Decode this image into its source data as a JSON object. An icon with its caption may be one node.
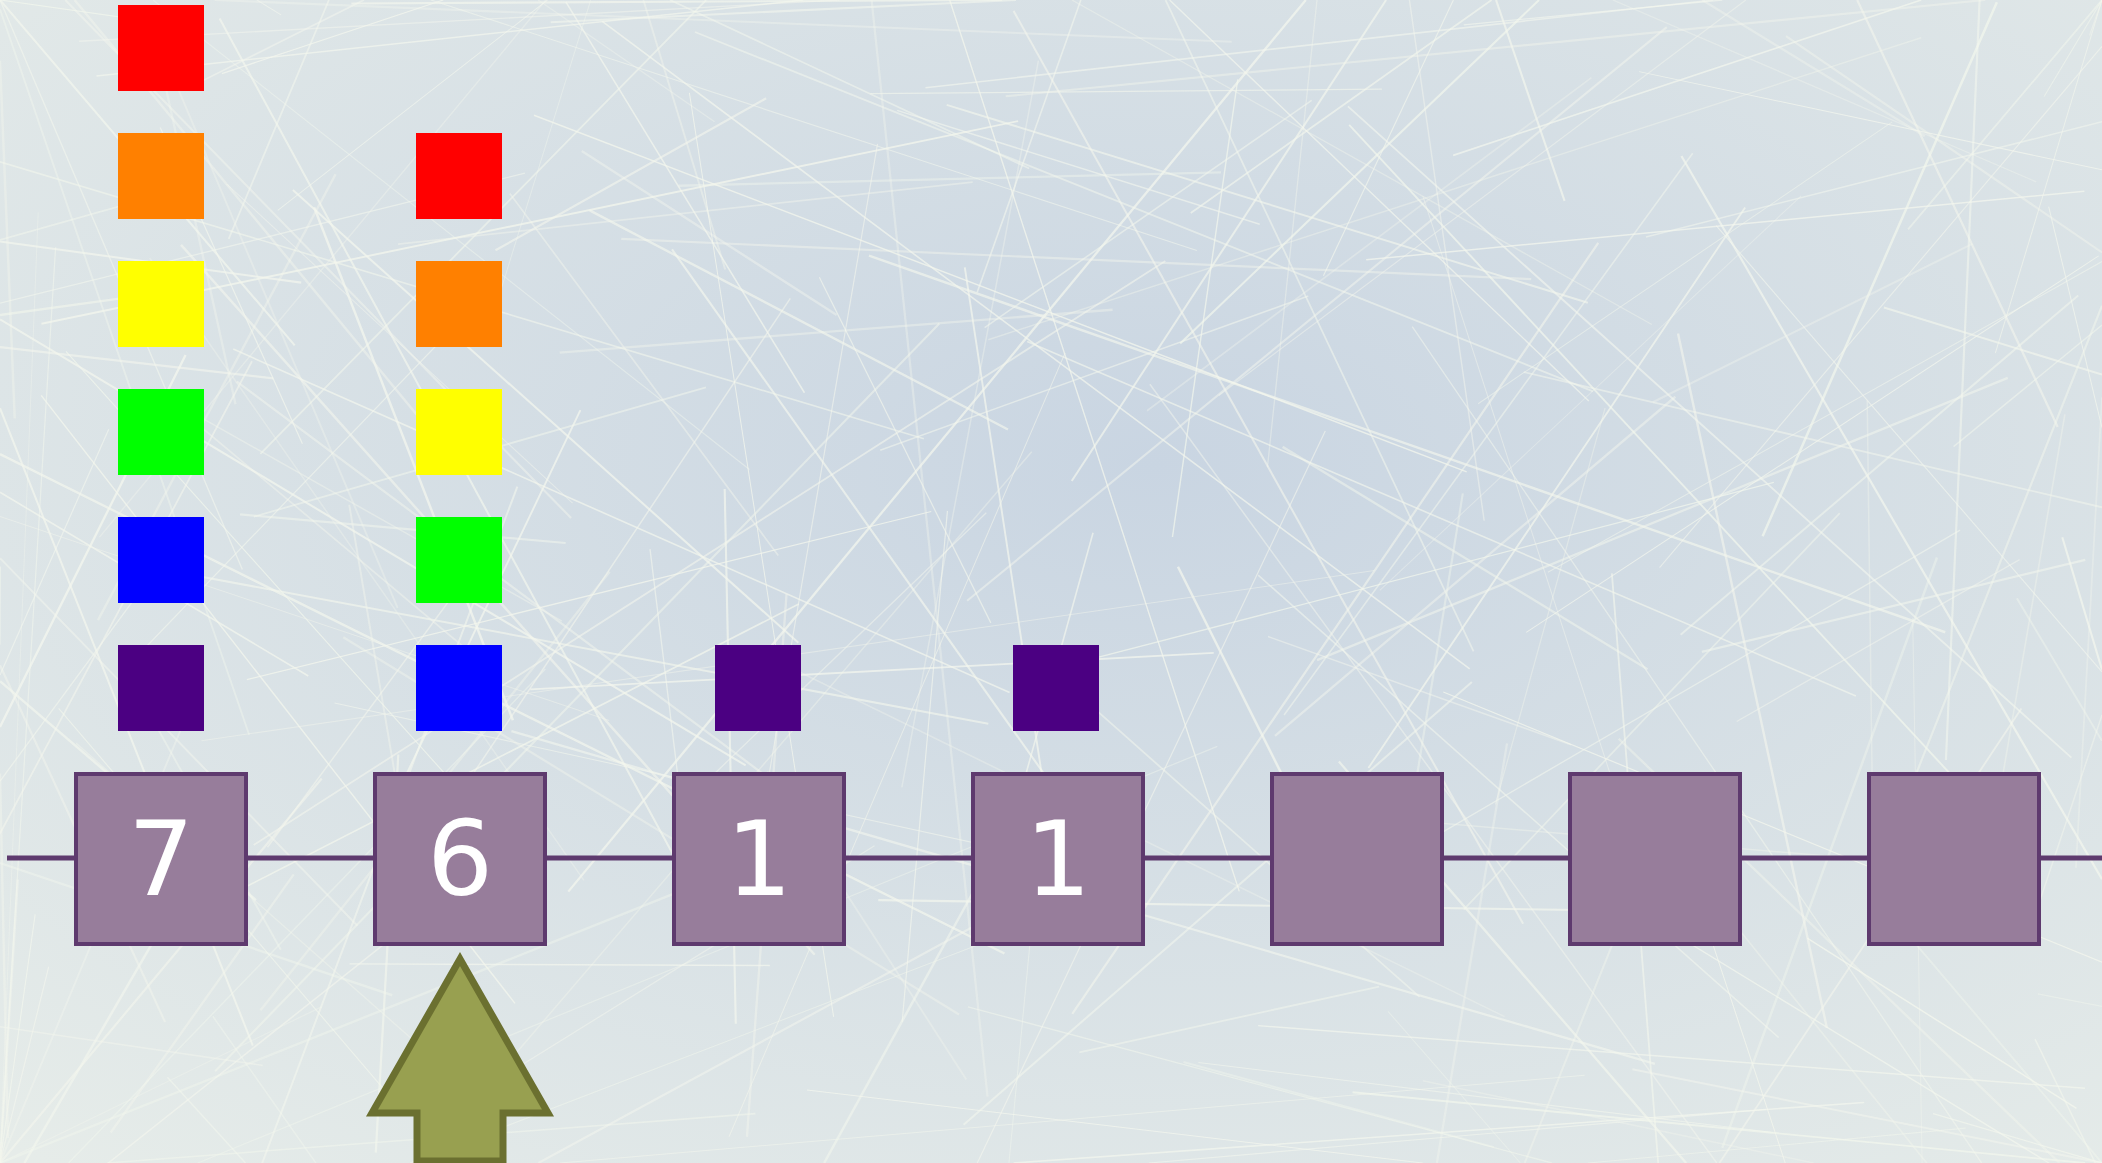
{
  "diagram": {
    "nodes": [
      {
        "text": [
          "7"
        ]
      },
      {
        "text": [
          "6"
        ]
      },
      {
        "text": [
          "1"
        ]
      },
      {
        "text": [
          "1"
        ]
      },
      {
        "text": [],
        "shape": "box"
      },
      {
        "text": [],
        "shape": "box"
      },
      {
        "text": [],
        "shape": "box"
      },
      {
        "text": [],
        "shape": "box"
      },
      {
        "text": [],
        "shape": "box"
      },
      {
        "text": [],
        "shape": "box"
      },
      {
        "text": [],
        "shape": "box"
      },
      {
        "text": [],
        "shape": "box"
      },
      {
        "text": [],
        "shape": "box"
      },
      {
        "text": [],
        "shape": "box"
      },
      {
        "text": [],
        "shape": "box"
      },
      {
        "text": [],
        "shape": "box"
      },
      {
        "text": [],
        "shape": "box"
      },
      {
        "text": [],
        "shape": "box"
      },
      {
        "text": [],
        "shape": "box"
      },
      {
        "text": [],
        "shape": "box"
      }
    ],
    "edges": [
      {
        "from": null,
        "to": 0,
        "arrow": "none"
      },
      {
        "from": 0,
        "to": 1,
        "arrow": "none"
      },
      {
        "from": 1,
        "to": 2,
        "arrow": "none"
      },
      {
        "from": 2,
        "to": 3,
        "arrow": "none"
      },
      {
        "from": 3,
        "to": 4,
        "arrow": "none"
      },
      {
        "from": 4,
        "to": 5,
        "arrow": "none"
      },
      {
        "from": 5,
        "to": 6,
        "arrow": "none"
      },
      {
        "from": 6,
        "to": null,
        "arrow": "none"
      },
      {
        "from": null,
        "to": 1,
        "arrow": "to",
        "style": "thick",
        "color": "#98a050"
      }
    ]
  }
}
